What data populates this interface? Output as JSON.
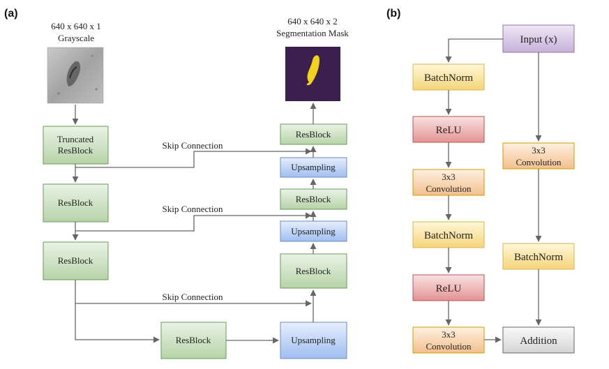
{
  "panel_a": {
    "label": "(a)",
    "input_caption": [
      "640 x 640 x 1",
      "Grayscale"
    ],
    "output_caption": [
      "640 x 640 x 2",
      "Segmentation Mask"
    ],
    "encoder": [
      "Truncated ResBlock",
      "ResBlock",
      "ResBlock",
      "ResBlock"
    ],
    "decoder": [
      "ResBlock",
      "Upsampling",
      "ResBlock",
      "Upsampling",
      "ResBlock",
      "Upsampling"
    ],
    "skip_label": "Skip Connection"
  },
  "panel_b": {
    "label": "(b)",
    "input": "Input (x)",
    "left_path": [
      "BatchNorm",
      "ReLU",
      "3x3 Convolution",
      "BatchNorm",
      "ReLU",
      "3x3 Convolution"
    ],
    "right_path": [
      "3x3 Convolution",
      "BatchNorm"
    ],
    "output": "Addition"
  },
  "colors": {
    "green": "#d5e8d4",
    "blue": "#dae8fc",
    "yellow": "#fff2cc",
    "red": "#f8cecc",
    "orange": "#ffe6cc",
    "purple": "#e1d5e7",
    "gray": "#f5f5f5",
    "mask_bg": "#3b1f4f",
    "mask_fg": "#f2d21c"
  }
}
